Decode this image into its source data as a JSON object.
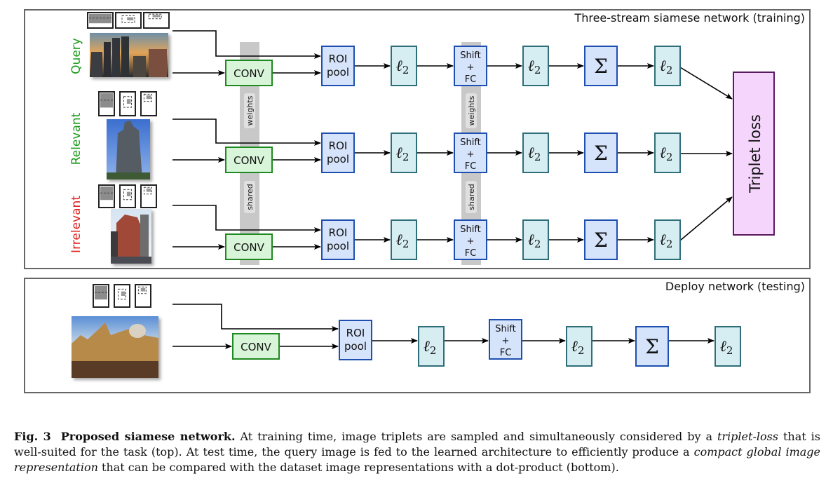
{
  "training": {
    "title": "Three-stream siamese network (training)",
    "streams": [
      {
        "label": "Query",
        "label_color": "#1a9a1a"
      },
      {
        "label": "Relevant",
        "label_color": "#1a9a1a"
      },
      {
        "label": "Irrelevant",
        "label_color": "#e02020"
      }
    ],
    "shared_bar_labels": {
      "top": "weights",
      "bottom": "shared"
    },
    "loss_label": "Triplet loss"
  },
  "deploy": {
    "title": "Deploy network (testing)"
  },
  "blocks": {
    "conv": "CONV",
    "roi_line1": "ROI",
    "roi_line2": "pool",
    "l2": "ℓ",
    "l2_sub": "2",
    "shift_line1": "Shift",
    "shift_line2": "+",
    "shift_line3": "FC",
    "sum": "Σ"
  },
  "colors": {
    "conv_fill": "#d9f5d9",
    "conv_stroke": "#1f8a1f",
    "blue_fill": "#d5e3fb",
    "blue_stroke": "#1f4fb0",
    "l2_fill": "#d6eef2",
    "l2_stroke": "#2f6f7a",
    "loss_fill": "#f5d5fb",
    "loss_stroke": "#5a1a60",
    "shared_bar": "#c8c8c8"
  },
  "caption": {
    "fig": "Fig. 3",
    "bold_title": "Proposed siamese network.",
    "t1": " At training time, image triplets are sampled and simultaneously considered by a ",
    "i1": "triplet-loss",
    "t2": " that is well-suited for the task (top). At test time, the query image is fed to the learned architecture to efficiently produce a ",
    "i2": "compact global image representation",
    "t3": " that can be compared with the dataset image representations with a dot-product (bottom)."
  }
}
